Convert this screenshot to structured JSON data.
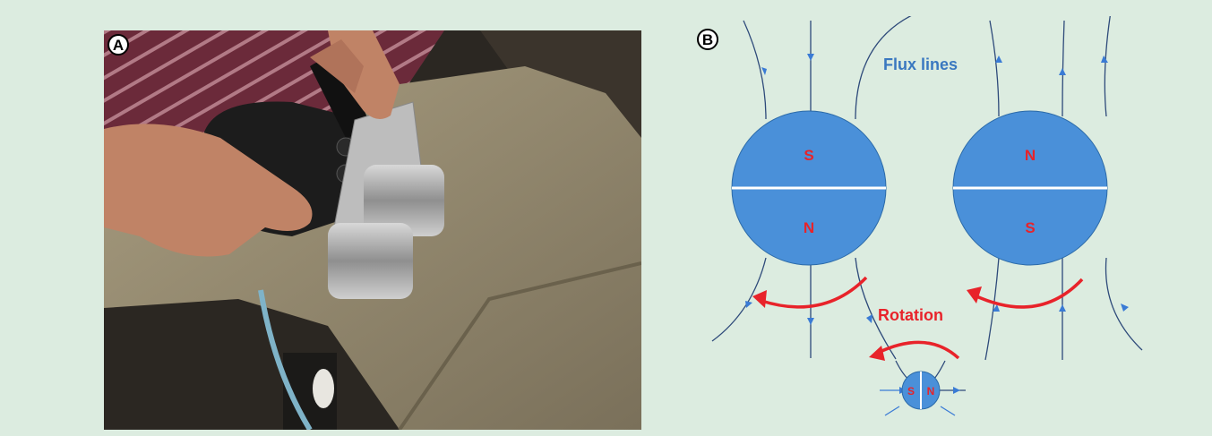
{
  "panels": {
    "a": {
      "label": "A"
    },
    "b": {
      "label": "B"
    }
  },
  "diagram": {
    "flux_label": "Flux lines",
    "rotation_label": "Rotation",
    "left_magnet": {
      "top_pole": "S",
      "bottom_pole": "N"
    },
    "right_magnet": {
      "top_pole": "N",
      "bottom_pole": "S"
    },
    "small_magnet": {
      "left_pole": "S",
      "right_pole": "N"
    }
  },
  "colors": {
    "background": "#dcece0",
    "magnet_fill": "#4a90d9",
    "pole_text": "#e8232a",
    "flux_label": "#3a78c0",
    "rotation": "#e8232a"
  }
}
